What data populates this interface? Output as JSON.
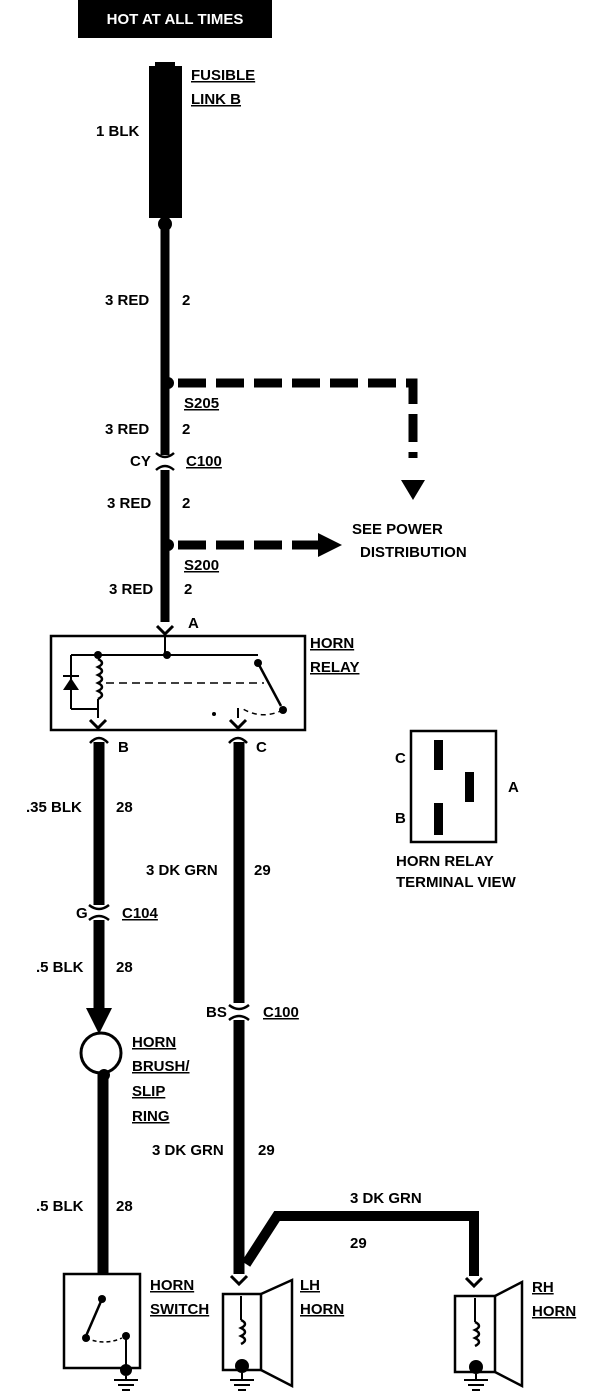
{
  "header": {
    "label": "HOT AT ALL TIMES"
  },
  "fusible_link": {
    "label_line1": "FUSIBLE",
    "label_line2": "LINK B",
    "wire": "1 BLK"
  },
  "wires": {
    "w1": {
      "size_color": "3 RED",
      "circuit": "2"
    },
    "w2": {
      "size_color": "3 RED",
      "circuit": "2"
    },
    "w3": {
      "size_color": "3 RED",
      "circuit": "2"
    },
    "w4": {
      "size_color": "3 RED",
      "circuit": "2"
    },
    "w5": {
      "size_color": ".35 BLK",
      "circuit": "28"
    },
    "w6": {
      "size_color": "3 DK GRN",
      "circuit": "29"
    },
    "w7": {
      "size_color": ".5 BLK",
      "circuit": "28"
    },
    "w8": {
      "size_color": "3 DK GRN",
      "circuit": "29"
    },
    "w9": {
      "size_color": ".5 BLK",
      "circuit": "28"
    },
    "w10": {
      "size_color": "3 DK GRN",
      "circuit": "29"
    }
  },
  "splices": {
    "s205": "S205",
    "s200": "S200"
  },
  "connectors": {
    "c100_top": {
      "pin": "CY",
      "name": "C100"
    },
    "c104": {
      "pin": "G",
      "name": "C104"
    },
    "c100_bottom": {
      "pin": "BS",
      "name": "C100"
    }
  },
  "power_distribution": {
    "line1": "SEE POWER",
    "line2": "DISTRIBUTION"
  },
  "relay": {
    "label_line1": "HORN",
    "label_line2": "RELAY",
    "pin_a": "A",
    "pin_b": "B",
    "pin_c": "C"
  },
  "terminal_view": {
    "pin_c": "C",
    "pin_b": "B",
    "pin_a": "A",
    "label_line1": "HORN RELAY",
    "label_line2": "TERMINAL VIEW"
  },
  "slip_ring": {
    "line1": "HORN",
    "line2": "BRUSH/",
    "line3": "SLIP",
    "line4": "RING"
  },
  "horn_switch": {
    "line1": "HORN",
    "line2": "SWITCH"
  },
  "lh_horn": {
    "line1": "LH",
    "line2": "HORN"
  },
  "rh_horn": {
    "line1": "RH",
    "line2": "HORN"
  }
}
